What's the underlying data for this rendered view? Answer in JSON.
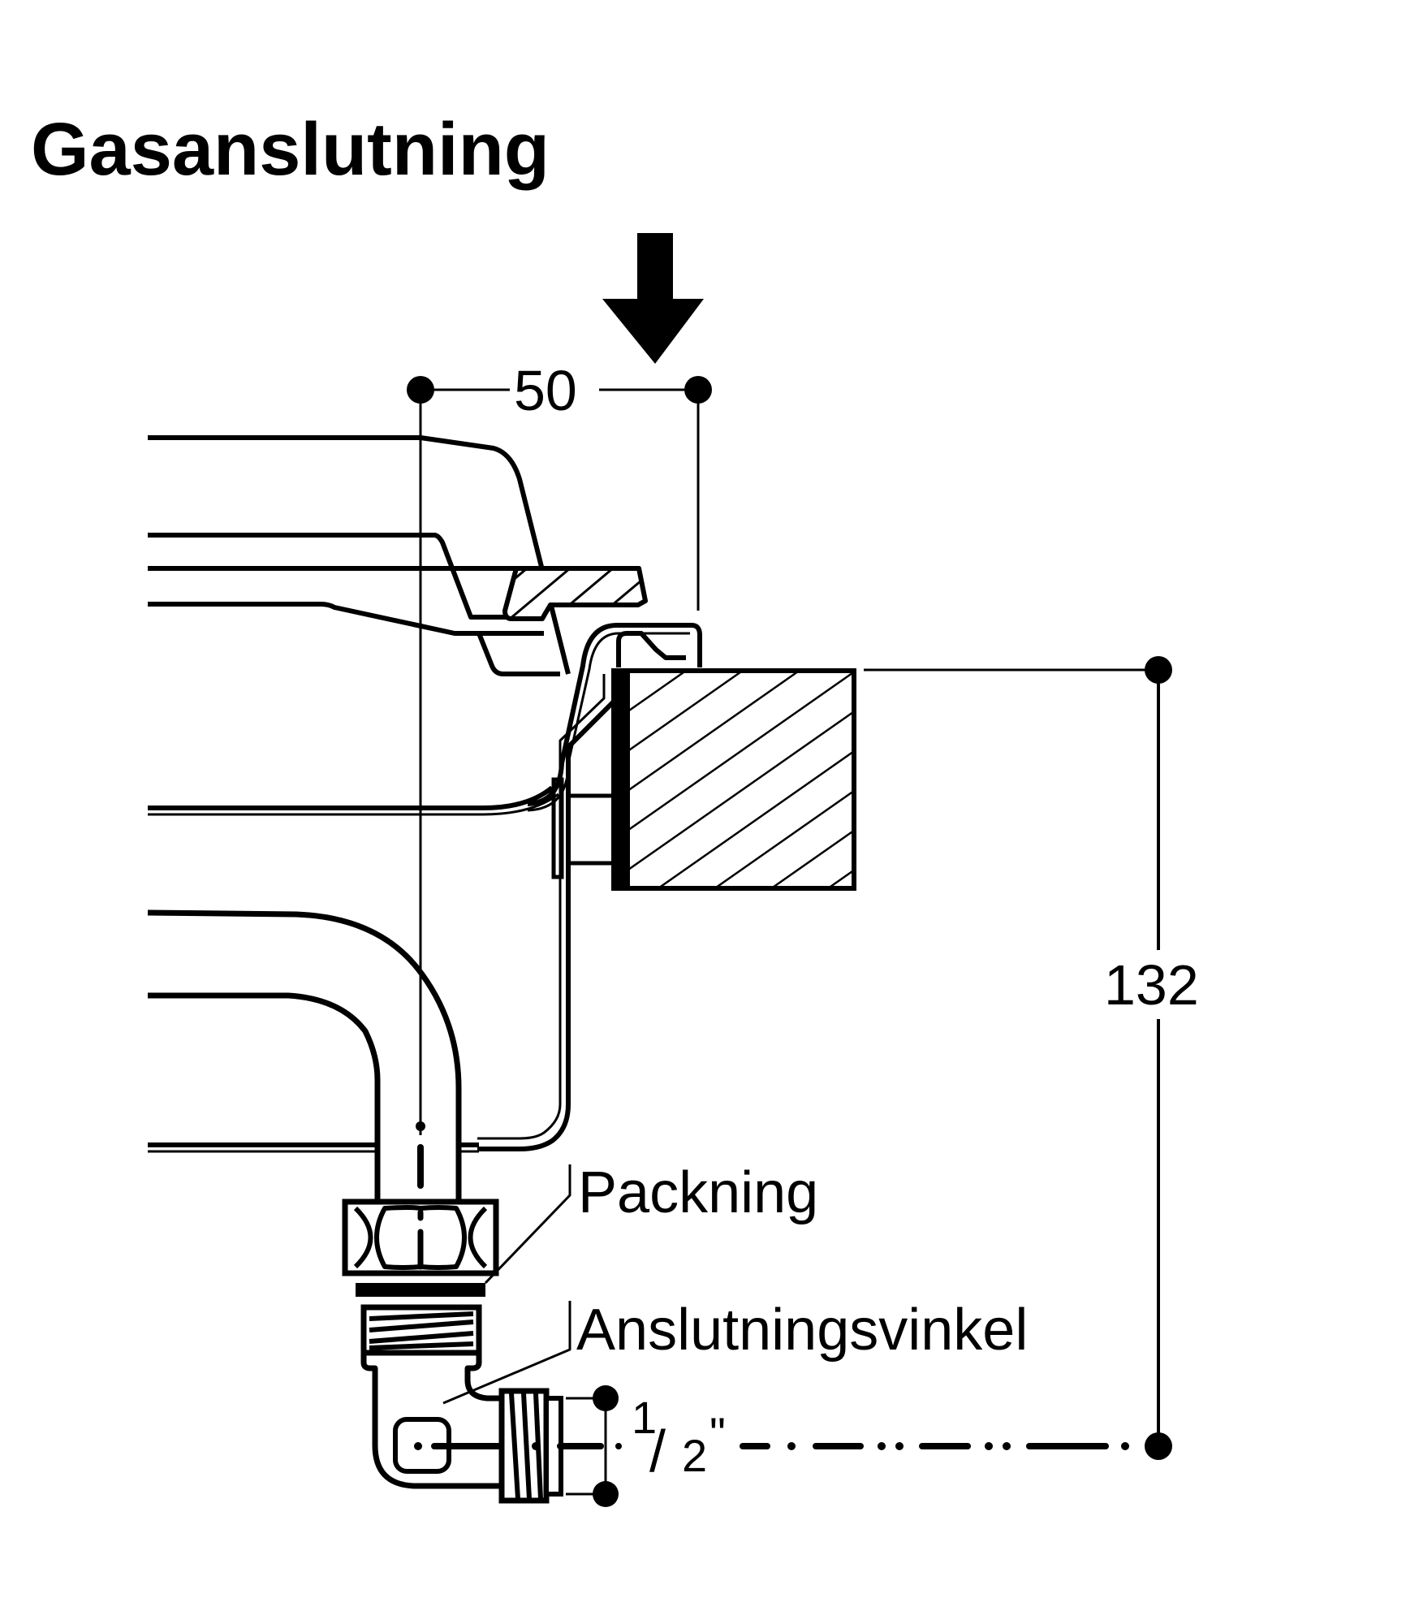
{
  "title": "Gasanslutning",
  "colors": {
    "ink": "#000000",
    "background": "#ffffff"
  },
  "dimensions": {
    "horizontal": {
      "value": "50",
      "unit": "mm"
    },
    "vertical": {
      "value": "132",
      "unit": "mm"
    },
    "thread": {
      "numerator": "1",
      "denominator": "2",
      "suffix": "\"",
      "label": "1/2\""
    }
  },
  "callouts": [
    {
      "id": "gasket",
      "label": "Packning"
    },
    {
      "id": "elbow",
      "label": "Anslutningsvinkel"
    }
  ],
  "icons": {
    "arrow": "arrow-down-icon"
  }
}
